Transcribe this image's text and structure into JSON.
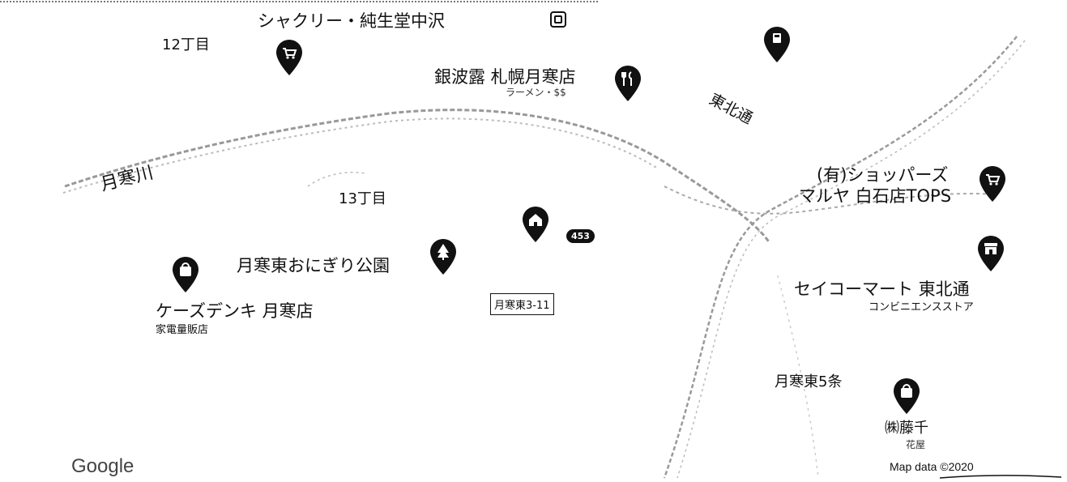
{
  "map": {
    "labels": {
      "district_12": "12丁目",
      "district_13": "13丁目",
      "sakuri": "シャクリー・純生堂中沢",
      "ginhasou": "銀波露 札幌月寒店",
      "ginhasou_sub": "ラーメン・$$",
      "tohoku_dori": "東北通",
      "river": "月寒川",
      "shoppers": "(有)ショッパーズ",
      "maruya": "マルヤ 白石店TOPS",
      "park": "月寒東おにぎり公園",
      "ks_denki": "ケーズデンキ 月寒店",
      "ks_sub": "家電量販店",
      "address": "月寒東3-11",
      "route": "453",
      "seicomart": "セイコーマート 東北通",
      "seicomart_sub": "コンビニエンスストア",
      "tsukisamu5": "月寒東5条",
      "fujisen": "㈱藤千",
      "fujisen_sub": "花屋"
    },
    "icons": [
      "shopping-cart-pin-icon",
      "restaurant-pin-icon",
      "generic-pin-icon",
      "shopping-bag-pin-icon",
      "home-pin-icon",
      "park-pin-icon",
      "convenience-store-pin-icon",
      "transit-icon"
    ]
  },
  "footer": {
    "logo": "Google",
    "attribution": "Map data ©2020"
  },
  "colors": {
    "pin": "#111111",
    "road": "#888888",
    "background": "#ffffff"
  }
}
